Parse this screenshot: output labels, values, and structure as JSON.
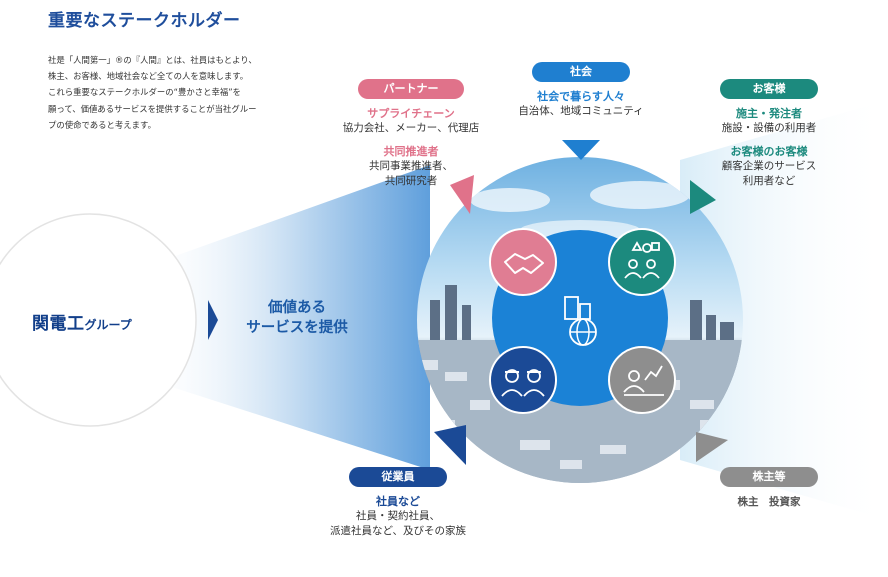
{
  "title": "重要なステークホルダー",
  "intro": [
    "社是「人間第一」®の『人間』とは、社員はもとより、",
    "株主、お客様、地域社会など全ての人を意味します。",
    "これら重要なステークホルダーの“豊かさと幸福”を",
    "願って、価値あるサービスを提供することが当社グルー",
    "プの使命であると考えます。"
  ],
  "logo": {
    "main": "関電工",
    "sub": "グループ"
  },
  "center_label": [
    "価値ある",
    "サービスを提供"
  ],
  "colors": {
    "partner": "#e0728a",
    "society": "#1f7fd0",
    "customer": "#1c8a7e",
    "employee": "#1b4a96",
    "shareholder": "#8e8e8e",
    "brand": "#1f4e9c"
  },
  "stakeholders": {
    "partner": {
      "label": "パートナー",
      "sub1": "サプライチェーン",
      "line1": "協力会社、メーカー、代理店",
      "sub2": "共同推進者",
      "line2a": "共同事業推進者、",
      "line2b": "共同研究者"
    },
    "society": {
      "label": "社会",
      "sub1": "社会で暮らす人々",
      "line1": "自治体、地域コミュニティ"
    },
    "customer": {
      "label": "お客様",
      "sub1": "施主・発注者",
      "line1": "施設・設備の利用者",
      "sub2": "お客様のお客様",
      "line2a": "顧客企業のサービス",
      "line2b": "利用者など"
    },
    "employee": {
      "label": "従業員",
      "sub1": "社員など",
      "line1": "社員・契約社員、",
      "line2": "派遣社員など、及びその家族"
    },
    "shareholder": {
      "label": "株主等",
      "line1": "株主　投資家"
    }
  },
  "icons": [
    "handshake-icon",
    "people-group-icon",
    "building-globe-icon",
    "workers-icon",
    "investor-chart-icon"
  ]
}
